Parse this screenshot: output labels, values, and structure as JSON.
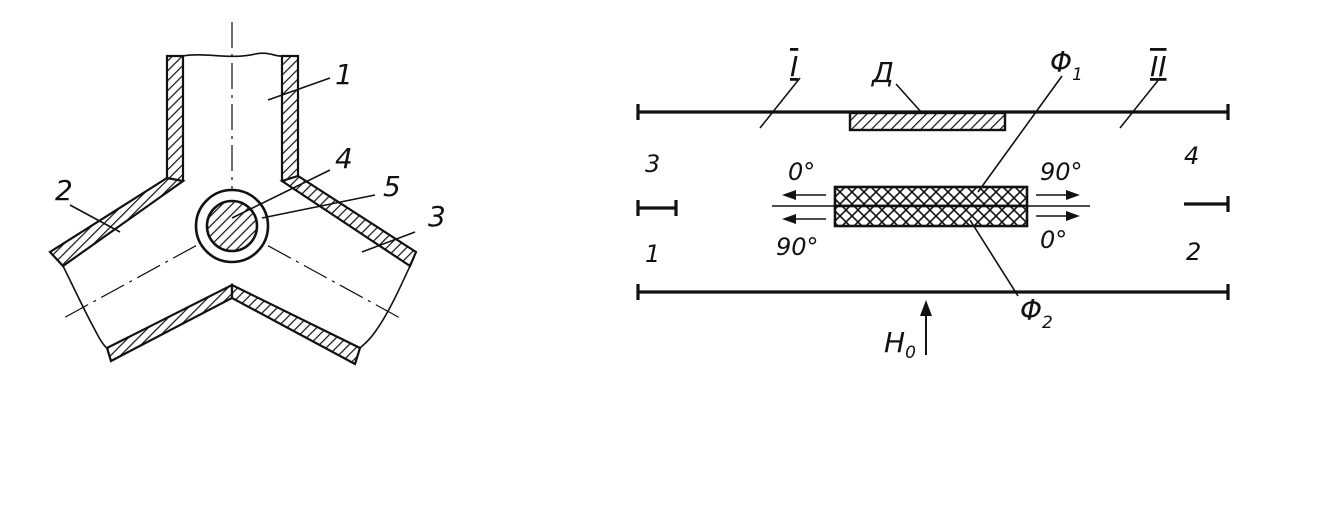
{
  "left_figure": {
    "labels": {
      "n1": "1",
      "n2": "2",
      "n3": "3",
      "n4": "4",
      "n5": "5"
    }
  },
  "right_figure": {
    "labels": {
      "roman_1": "I",
      "roman_2": "II",
      "d": "Д",
      "f1_main": "Φ",
      "f1_sub": "1",
      "f2_main": "Φ",
      "f2_sub": "2",
      "port3": "3",
      "port4": "4",
      "port1": "1",
      "port2": "2",
      "upper_left_angle": "0°",
      "lower_left_angle": "90°",
      "upper_right_angle": "90°",
      "lower_right_angle": "0°",
      "h_main": "H",
      "h_sub": "0"
    }
  }
}
